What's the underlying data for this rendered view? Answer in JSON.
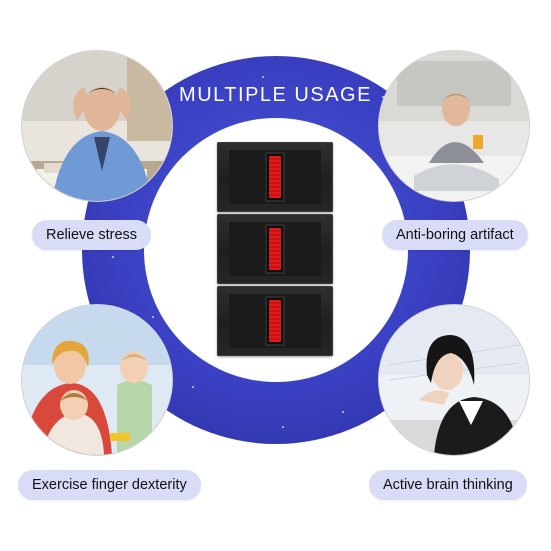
{
  "headline": "MULTIPLE USAGE",
  "usages": [
    {
      "label": "Relieve stress"
    },
    {
      "label": "Anti-boring artifact"
    },
    {
      "label": "Exercise finger dexterity"
    },
    {
      "label": "Active brain thinking"
    }
  ],
  "colors": {
    "ring": "#3a40c2",
    "label_bg": "#d9dcf6",
    "bar": "#e41a1a",
    "block": "#262626"
  }
}
